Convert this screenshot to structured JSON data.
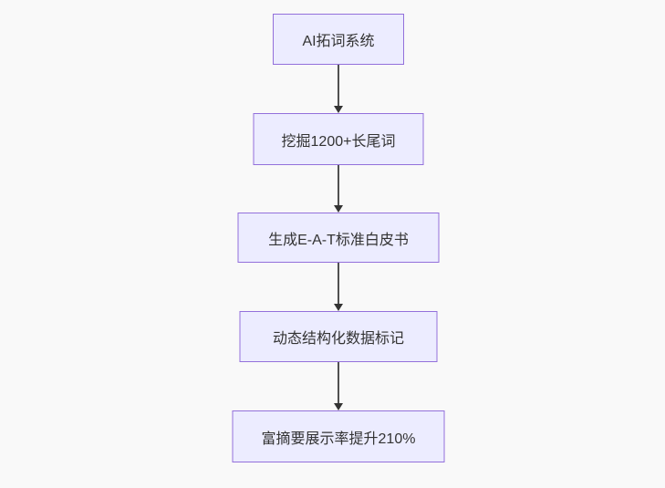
{
  "colors": {
    "bg": "#f9f9f9",
    "node_fill": "#ECECFF",
    "node_border": "#9370DB",
    "text": "#333333",
    "arrow": "#333333"
  },
  "diagram": {
    "type": "flowchart-top-down",
    "nodes": [
      {
        "id": "n1",
        "label": "AI拓词系统"
      },
      {
        "id": "n2",
        "label": "挖掘1200+长尾词"
      },
      {
        "id": "n3",
        "label": "生成E-A-T标准白皮书"
      },
      {
        "id": "n4",
        "label": "动态结构化数据标记"
      },
      {
        "id": "n5",
        "label": "富摘要展示率提升210%"
      }
    ],
    "edges": [
      {
        "from": "n1",
        "to": "n2"
      },
      {
        "from": "n2",
        "to": "n3"
      },
      {
        "from": "n3",
        "to": "n4"
      },
      {
        "from": "n4",
        "to": "n5"
      }
    ]
  }
}
